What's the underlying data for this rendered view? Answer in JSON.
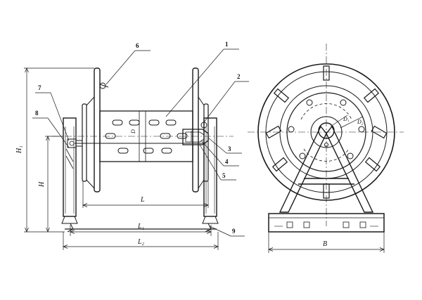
{
  "callouts": [
    "1",
    "2",
    "3",
    "4",
    "5",
    "6",
    "7",
    "8",
    "9"
  ],
  "dimensions": {
    "H1": "H₁",
    "H": "H",
    "L": "L",
    "L1": "L₁",
    "L2": "L₂",
    "D": "D",
    "B": "B",
    "D1": "D₁",
    "D2": "D₂"
  },
  "colors": {
    "line": "#1a1a1a",
    "background": "#ffffff"
  }
}
